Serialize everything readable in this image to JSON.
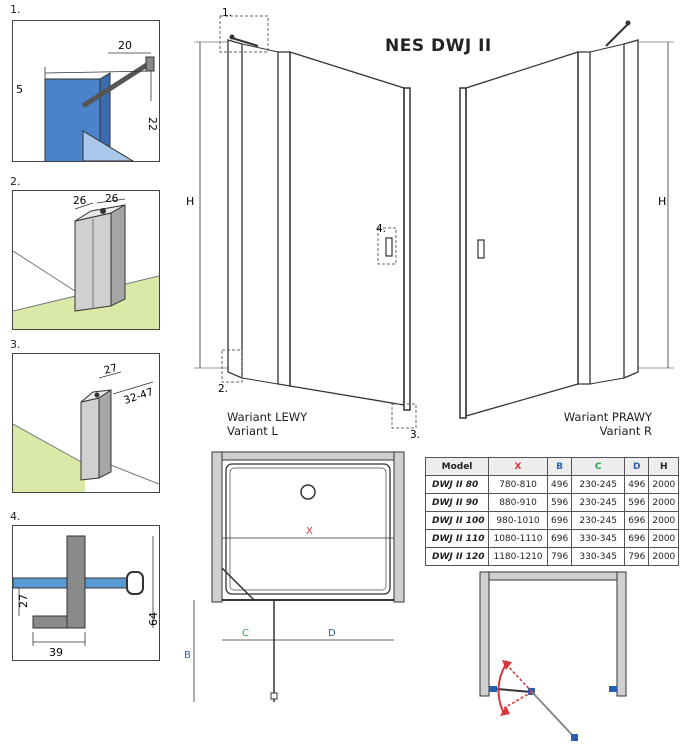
{
  "title": "NES DWJ II",
  "details": {
    "d1": {
      "num": "1.",
      "dim_a": "20",
      "dim_b": "5",
      "dim_c": "22"
    },
    "d2": {
      "num": "2.",
      "dim_a": "26",
      "dim_b": "26"
    },
    "d3": {
      "num": "3.",
      "dim_a": "27",
      "dim_b": "32-47"
    },
    "d4": {
      "num": "4.",
      "dim_a": "27",
      "dim_b": "39",
      "dim_c": "64"
    }
  },
  "callouts": {
    "c1": "1.",
    "c2": "2.",
    "c3": "3.",
    "c4": "4."
  },
  "dims": {
    "h": "H",
    "x": "X",
    "b": "B",
    "c": "C",
    "d": "D"
  },
  "variants": {
    "left": {
      "line1": "Wariant LEWY",
      "line2": "Variant L"
    },
    "right": {
      "line1": "Wariant PRAWY",
      "line2": "Variant R"
    }
  },
  "colors": {
    "x": "#d9363e",
    "b": "#2a5fb0",
    "c": "#2e9e44",
    "d": "#2a5fb0",
    "wall": "#cfcfcf",
    "glass": "#6aa0d8",
    "floor": "#d8e9a8"
  },
  "table": {
    "headers": [
      "Model",
      "X",
      "B",
      "C",
      "D",
      "H"
    ],
    "rows": [
      [
        "DWJ II 80",
        "780-810",
        "496",
        "230-245",
        "496",
        "2000"
      ],
      [
        "DWJ II 90",
        "880-910",
        "596",
        "230-245",
        "596",
        "2000"
      ],
      [
        "DWJ II 100",
        "980-1010",
        "696",
        "230-245",
        "696",
        "2000"
      ],
      [
        "DWJ II 110",
        "1080-1110",
        "696",
        "330-345",
        "696",
        "2000"
      ],
      [
        "DWJ II 120",
        "1180-1210",
        "796",
        "330-345",
        "796",
        "2000"
      ]
    ]
  }
}
